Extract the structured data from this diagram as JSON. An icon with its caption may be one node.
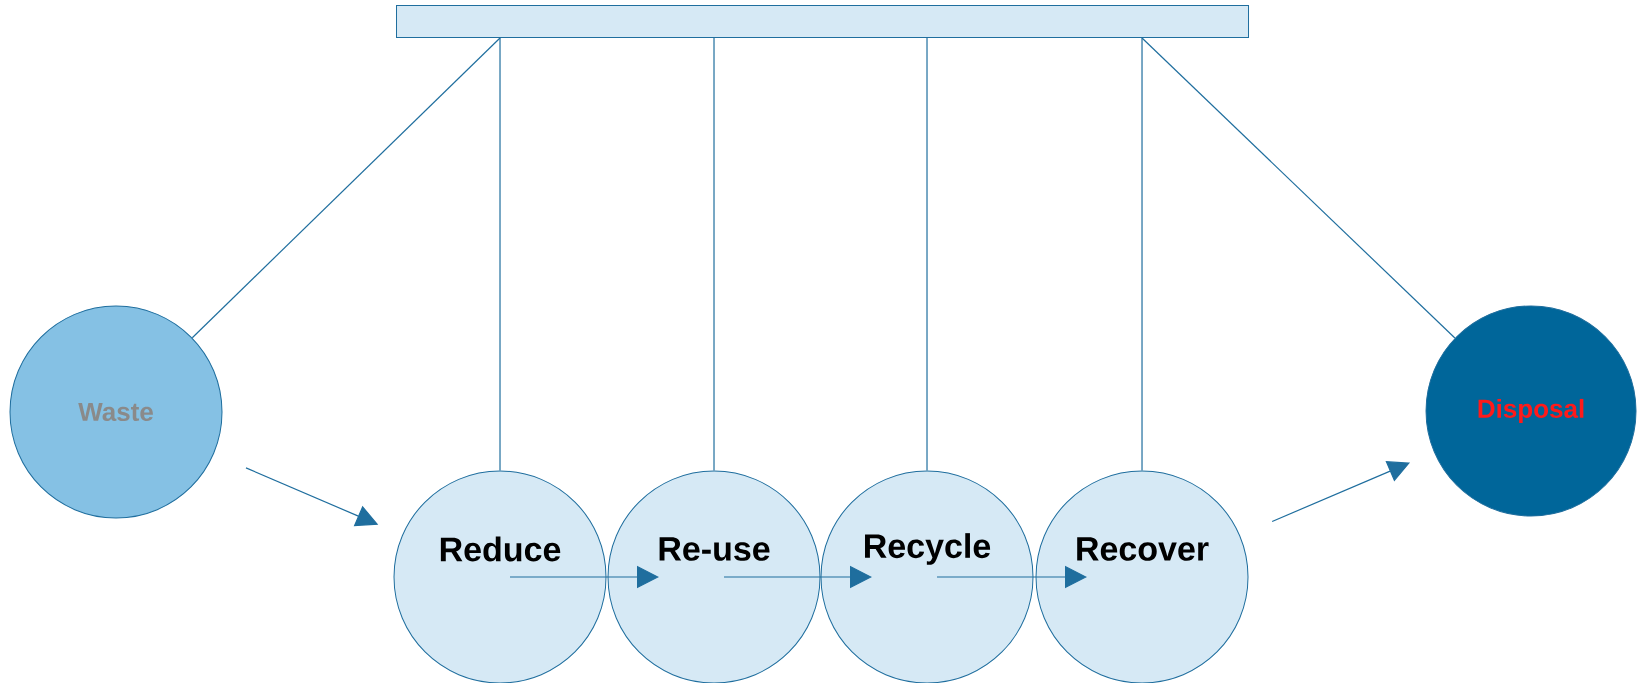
{
  "diagram": {
    "nodes": [
      {
        "text": [],
        "shape": "bar"
      },
      {
        "text": [
          "Waste"
        ]
      },
      {
        "text": [
          "Disposal"
        ]
      },
      {
        "text": [
          "Reduce"
        ]
      },
      {
        "text": [
          "Re-use"
        ]
      },
      {
        "text": [
          "Recycle"
        ]
      },
      {
        "text": [
          "Recover"
        ]
      }
    ],
    "edges": [
      {
        "from": 0,
        "to": 1,
        "arrow": "none"
      },
      {
        "from": 0,
        "to": 3,
        "arrow": "none"
      },
      {
        "from": 0,
        "to": 4,
        "arrow": "none"
      },
      {
        "from": 0,
        "to": 5,
        "arrow": "none"
      },
      {
        "from": 0,
        "to": 6,
        "arrow": "none"
      },
      {
        "from": 0,
        "to": 2,
        "arrow": "none"
      },
      {
        "from": 1,
        "to": 3,
        "arrow": "to"
      },
      {
        "from": 3,
        "to": 4,
        "arrow": "to"
      },
      {
        "from": 4,
        "to": 5,
        "arrow": "to"
      },
      {
        "from": 5,
        "to": 6,
        "arrow": "to"
      },
      {
        "from": 6,
        "to": 2,
        "arrow": "to"
      }
    ]
  }
}
